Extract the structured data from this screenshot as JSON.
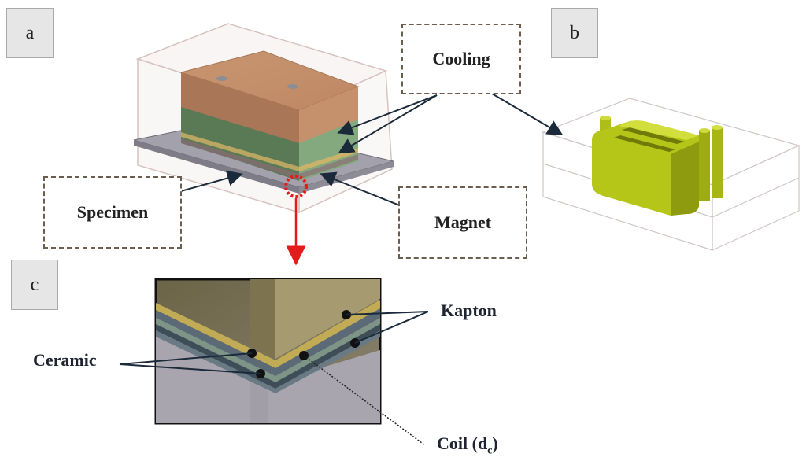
{
  "panels": {
    "a": "a",
    "b": "b",
    "c": "c"
  },
  "callouts": {
    "cooling": "Cooling",
    "specimen": "Specimen",
    "magnet": "Magnet"
  },
  "detail_labels": {
    "kapton": "Kapton",
    "ceramic": "Ceramic",
    "coil_prefix": "Coil (d",
    "coil_sub": "c",
    "coil_suffix": ")"
  },
  "colors": {
    "copper_top": "#c8926a",
    "green_layer": "#7a9e76",
    "specimen_plate": "#9a98a2",
    "cooling_yellow": "#b8c81a",
    "arrow_red": "#e31b1b",
    "leader_dark": "#1b2a3a"
  }
}
